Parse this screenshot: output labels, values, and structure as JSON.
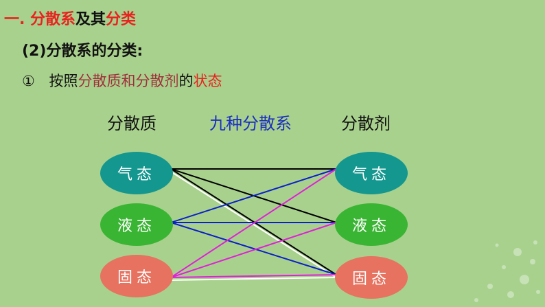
{
  "heading": {
    "part1": "一. 分散系",
    "part2": "及其",
    "part3": "分类"
  },
  "subtitle": "(2)分散系的分类:",
  "criterion": {
    "marker": "①",
    "prefix": "按照",
    "phrase1": "分散质和分散剂",
    "middle": "的",
    "phrase2": "状态"
  },
  "diagram": {
    "left_header": "分散质",
    "center_header": "九种分散系",
    "right_header": "分散剂",
    "left_nodes": [
      {
        "label": "气态",
        "color": "#14978f"
      },
      {
        "label": "液态",
        "color": "#3ab533"
      },
      {
        "label": "固态",
        "color": "#e6725f"
      }
    ],
    "right_nodes": [
      {
        "label": "气态",
        "color": "#14978f"
      },
      {
        "label": "液态",
        "color": "#3ab533"
      },
      {
        "label": "固态",
        "color": "#e6725f"
      }
    ],
    "connections": [
      {
        "from": 0,
        "to": 0,
        "color": "#000000"
      },
      {
        "from": 0,
        "to": 1,
        "color": "#000000"
      },
      {
        "from": 0,
        "to": 2,
        "color": "#000000"
      },
      {
        "from": 0,
        "to": 2,
        "color": "#ffffff"
      },
      {
        "from": 1,
        "to": 0,
        "color": "#0b20c8"
      },
      {
        "from": 1,
        "to": 1,
        "color": "#0b20c8"
      },
      {
        "from": 1,
        "to": 2,
        "color": "#0b20c8"
      },
      {
        "from": 2,
        "to": 0,
        "color": "#e020d8"
      },
      {
        "from": 2,
        "to": 1,
        "color": "#e020d8"
      },
      {
        "from": 2,
        "to": 2,
        "color": "#e020d8"
      },
      {
        "from": 2,
        "to": 2,
        "color": "#ffffff"
      }
    ]
  }
}
